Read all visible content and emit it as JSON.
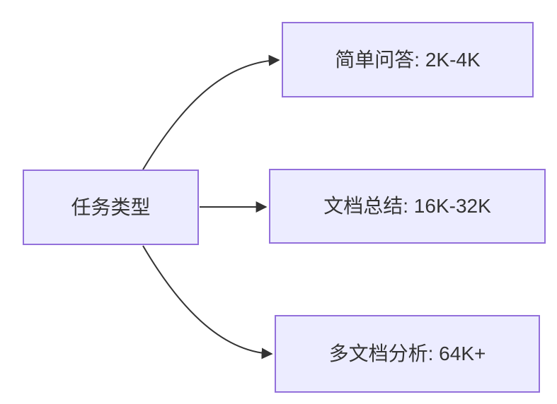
{
  "diagram": {
    "type": "flowchart-lr",
    "root": {
      "id": "task-type",
      "label": "任务类型"
    },
    "nodes": [
      {
        "id": "simple-qa",
        "label": "简单问答: 2K-4K"
      },
      {
        "id": "doc-summary",
        "label": "文档总结: 16K-32K"
      },
      {
        "id": "multi-doc",
        "label": "多文档分析: 64K+"
      }
    ],
    "edges": [
      {
        "from": "task-type",
        "to": "simple-qa",
        "arrow": "filled-triangle"
      },
      {
        "from": "task-type",
        "to": "doc-summary",
        "arrow": "filled-triangle"
      },
      {
        "from": "task-type",
        "to": "multi-doc",
        "arrow": "filled-triangle"
      }
    ],
    "colors": {
      "node_fill": "#ECECFF",
      "node_border": "#9370DB",
      "edge_stroke": "#333333",
      "text": "#333333",
      "background": "#FFFFFF"
    }
  }
}
